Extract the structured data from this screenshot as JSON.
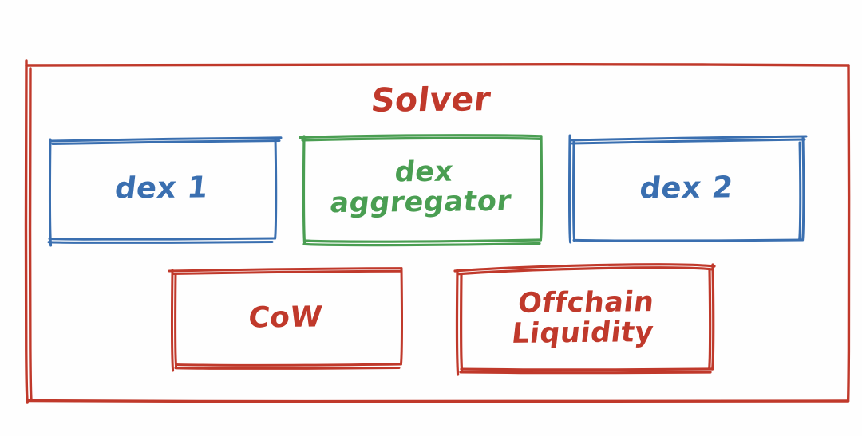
{
  "diagram": {
    "title": "Solver",
    "style": "hand-drawn whiteboard sketch",
    "background_color": "#fefefe",
    "colors": {
      "red": "#c0392b",
      "blue": "#3a6fb0",
      "green": "#4a9e52"
    },
    "outer_box": {
      "name": "Solver",
      "color": "#c0392b"
    },
    "boxes": [
      {
        "id": "dex1",
        "label": "dex 1",
        "lines": [
          "dex 1"
        ],
        "color": "#3a6fb0",
        "row": "top"
      },
      {
        "id": "dex-aggregator",
        "label": "dex aggregator",
        "lines": [
          "dex",
          "aggregator"
        ],
        "color": "#4a9e52",
        "row": "top"
      },
      {
        "id": "dex2",
        "label": "dex 2",
        "lines": [
          "dex 2"
        ],
        "color": "#3a6fb0",
        "row": "top"
      },
      {
        "id": "cow",
        "label": "CoW",
        "lines": [
          "CoW"
        ],
        "color": "#c0392b",
        "row": "bottom"
      },
      {
        "id": "offchain-liquidity",
        "label": "Offchain Liquidity",
        "lines": [
          "Offchain",
          "Liquidity"
        ],
        "color": "#c0392b",
        "row": "bottom"
      }
    ]
  }
}
